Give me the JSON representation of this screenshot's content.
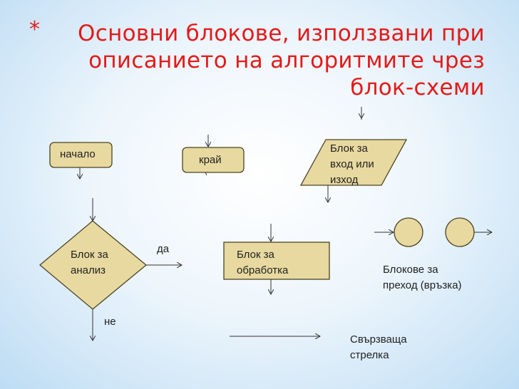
{
  "title": {
    "bullet": "*",
    "line1": "Основни блокове, използвани при",
    "line2": "описанието на алгоритмите чрез",
    "line3": "блок-схеми"
  },
  "blocks": {
    "start": "начало",
    "end": "край",
    "io_line1": "Блок за",
    "io_line2": "вход или",
    "io_line3": "изход",
    "decision_line1": "Блок за",
    "decision_line2": "анализ",
    "yes": "да",
    "no": "не",
    "process_line1": "Блок за",
    "process_line2": "обработка",
    "connector_line1": "Блокове за",
    "connector_line2": "преход (връзка)",
    "arrow_line1": "Свързваща",
    "arrow_line2": "стрелка"
  },
  "colors": {
    "shape_fill": "#e8d9a0",
    "shape_stroke": "#4a4425",
    "title": "#e31a1a"
  }
}
